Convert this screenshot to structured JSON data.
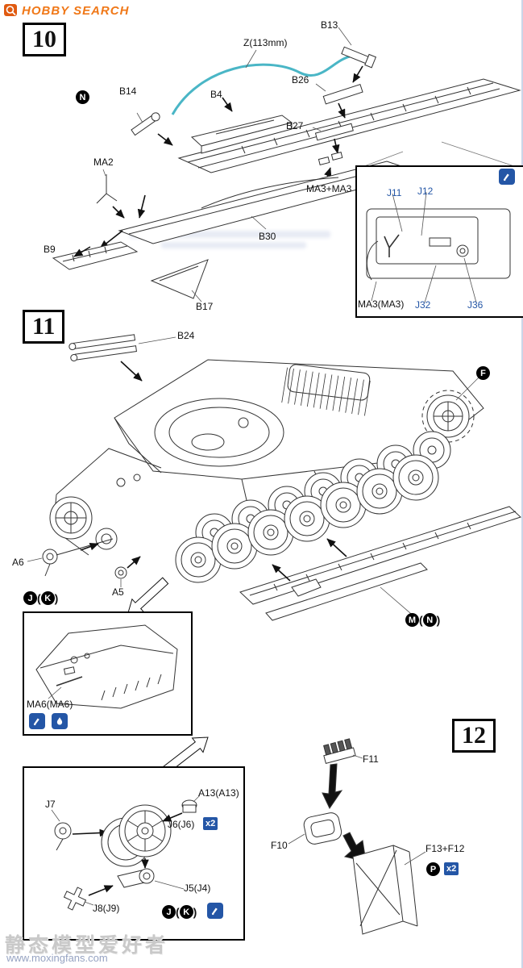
{
  "header": {
    "logo_text": "HOBBY SEARCH"
  },
  "footer": {
    "watermark_cn": "静态模型爱好者",
    "watermark_url": "www.moxingfans.com"
  },
  "glyphs": {
    "paren_l": "(",
    "paren_r": ")"
  },
  "step10": {
    "number": "10",
    "callout_n": "N",
    "parts": {
      "b13": "B13",
      "z_tube": "Z(113mm)",
      "b26": "B26",
      "b14": "B14",
      "b4": "B4",
      "b27": "B27",
      "ma3_pair": "MA3+MA3",
      "ma2": "MA2",
      "b30": "B30",
      "b9": "B9",
      "b17": "B17"
    },
    "inset": {
      "j11": "J11",
      "j12": "J12",
      "ma3": "MA3(MA3)",
      "j32": "J32",
      "j36": "J36"
    }
  },
  "step11": {
    "number": "11",
    "parts": {
      "b24": "B24",
      "a6": "A6",
      "a5": "A5"
    },
    "sprue_f": "F",
    "sprues_jk": {
      "j": "J",
      "k": "K"
    },
    "sprues_mn": {
      "m": "M",
      "n": "N"
    },
    "inset": {
      "ma6": "MA6(MA6)"
    }
  },
  "wheel_box": {
    "parts": {
      "j7": "J7",
      "a13": "A13(A13)",
      "j6": "J6(J6)",
      "j5": "J5(J4)",
      "j8": "J8(J9)"
    },
    "qty_j6": "x2",
    "sprues": {
      "j": "J",
      "k": "K"
    }
  },
  "step12": {
    "number": "12",
    "parts": {
      "f11": "F11",
      "f10": "F10",
      "f13_f12": "F13+F12"
    },
    "sprue_p": "P",
    "qty": "x2"
  },
  "colors": {
    "accent_blue": "#2456a6",
    "cable_teal": "#4ab6c6",
    "logo_orange": "#f07818"
  }
}
